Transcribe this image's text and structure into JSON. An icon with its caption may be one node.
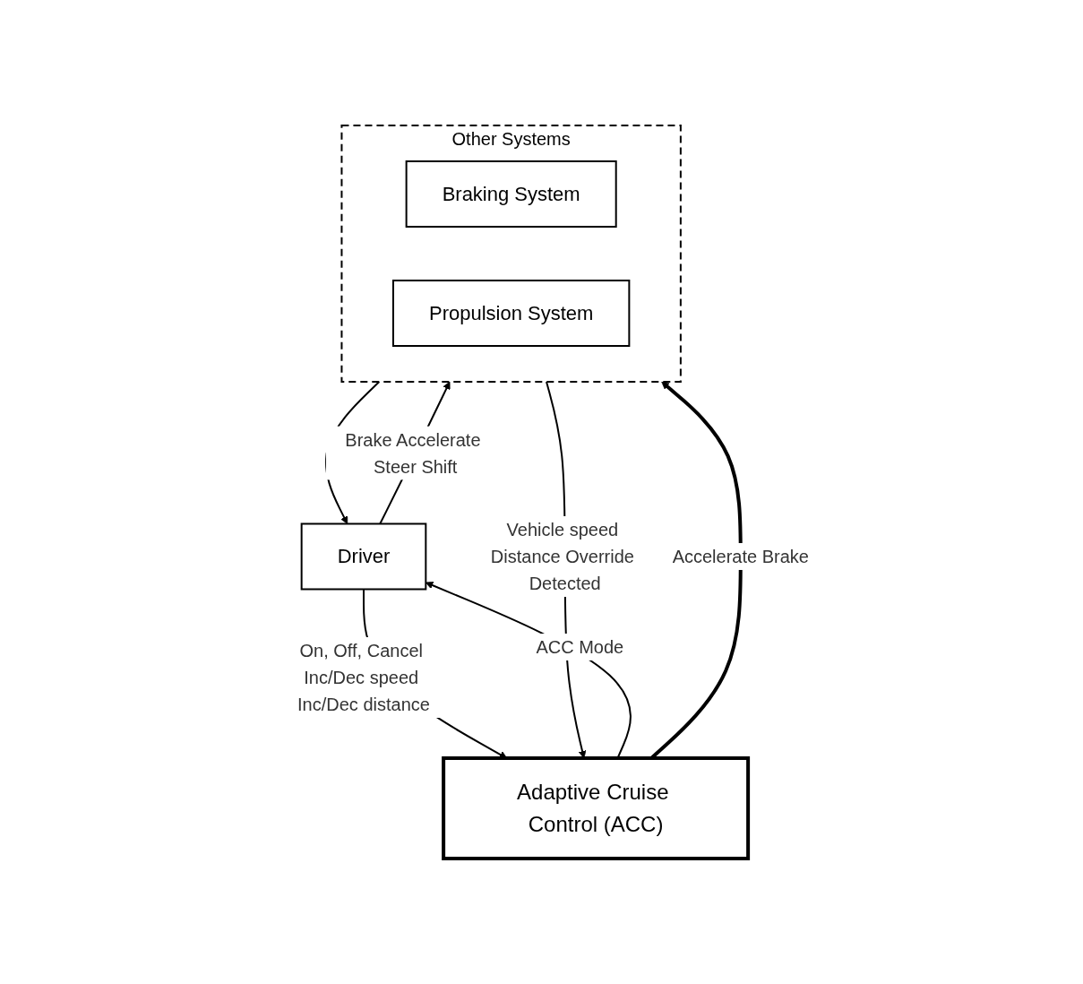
{
  "diagram": {
    "nodes": [
      {
        "text": [
          "Driver"
        ]
      },
      {
        "text": [
          "Adaptive Cruise Control (ACC)"
        ]
      },
      {
        "text": [
          "Other Systems"
        ]
      },
      {
        "text": [
          "Braking System"
        ],
        "in": 2
      },
      {
        "text": [
          "Propulsion System"
        ],
        "in": 2
      }
    ],
    "edges": [
      {
        "from": 0,
        "to": 2,
        "arrow": "to",
        "label": "Brake Accelerate Steer Shift"
      },
      {
        "from": 2,
        "to": 0,
        "arrow": "to"
      },
      {
        "from": 0,
        "to": 1,
        "arrow": "to",
        "label": "On, Off, Cancel Inc/Dec speed Inc/Dec distance"
      },
      {
        "from": 1,
        "to": 0,
        "arrow": "to",
        "label": "ACC Mode"
      },
      {
        "from": 1,
        "to": 2,
        "arrow": "to",
        "label": "Accelerate Brake",
        "style": "thick"
      },
      {
        "from": 2,
        "to": 1,
        "arrow": "to",
        "label": "Vehicle speed Distance Override Detected"
      }
    ]
  }
}
